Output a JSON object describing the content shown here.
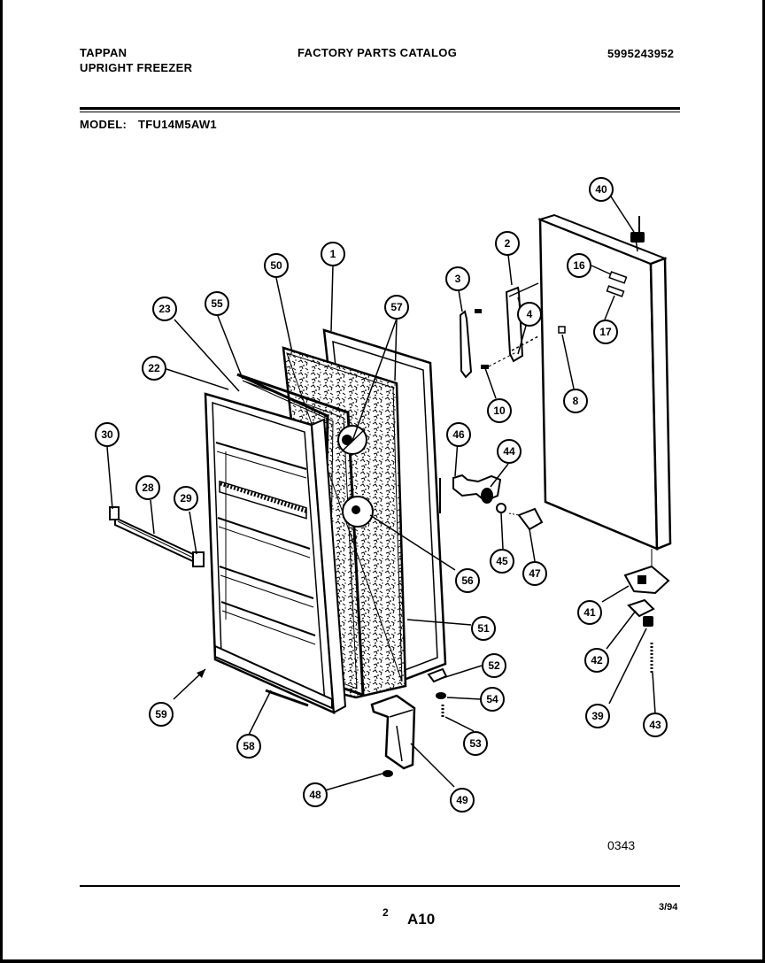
{
  "header": {
    "brand": "TAPPAN",
    "product": "UPRIGHT FREEZER",
    "catalog_title": "FACTORY PARTS CATALOG",
    "catalog_number": "5995243952",
    "model_label": "MODEL:",
    "model_number": "TFU14M5AW1"
  },
  "diagram": {
    "callouts": [
      "1",
      "2",
      "3",
      "4",
      "8",
      "10",
      "16",
      "17",
      "22",
      "23",
      "28",
      "29",
      "30",
      "39",
      "40",
      "41",
      "42",
      "43",
      "44",
      "45",
      "46",
      "47",
      "48",
      "49",
      "50",
      "51",
      "52",
      "53",
      "54",
      "55",
      "56",
      "57",
      "58",
      "59"
    ],
    "drawing_number": "0343"
  },
  "footer": {
    "page_number": "2",
    "section": "A10",
    "date": "3/94"
  }
}
